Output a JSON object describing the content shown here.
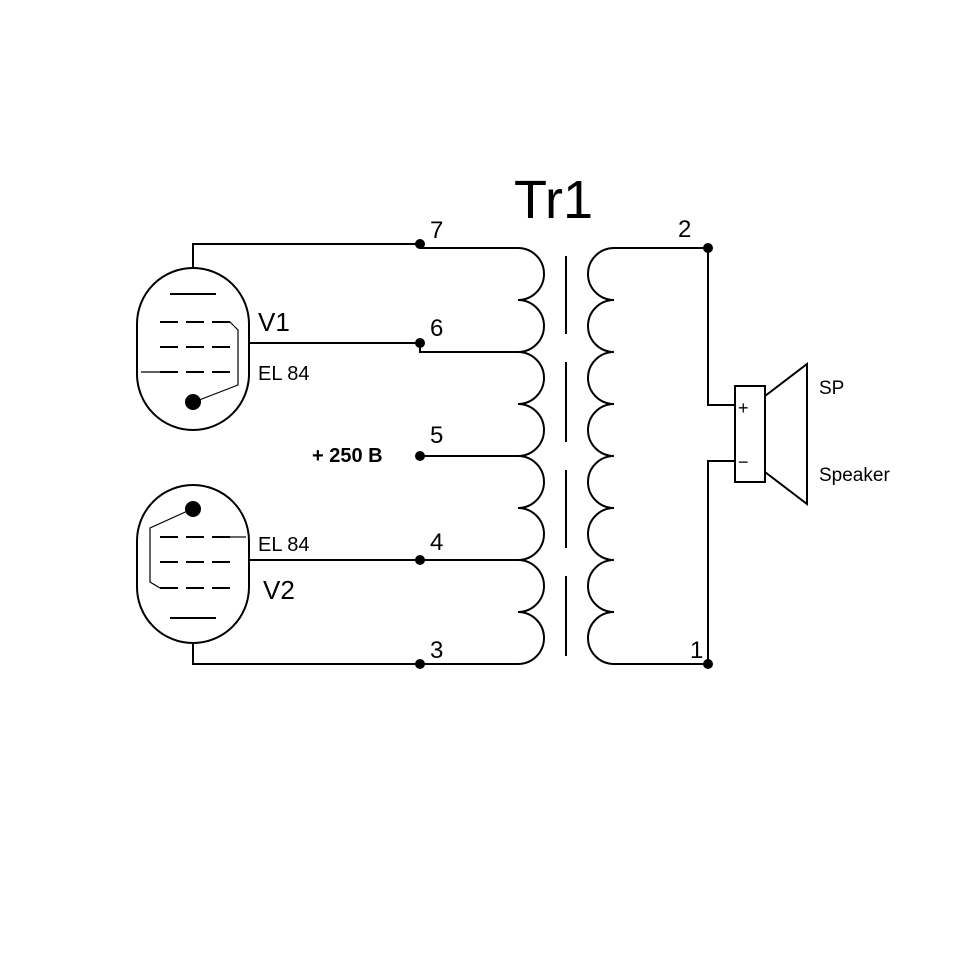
{
  "transformer": {
    "label": "Tr1"
  },
  "pins": {
    "p7": "7",
    "p6": "6",
    "p5": "5",
    "p4": "4",
    "p3": "3",
    "p2": "2",
    "p1": "1"
  },
  "tubes": {
    "v1": {
      "name": "V1",
      "type": "EL 84"
    },
    "v2": {
      "name": "V2",
      "type": "EL 84"
    }
  },
  "supply": {
    "label": "+  250 В"
  },
  "speaker": {
    "label": "SP",
    "name": "Speaker",
    "plus": "+",
    "minus": "−"
  }
}
